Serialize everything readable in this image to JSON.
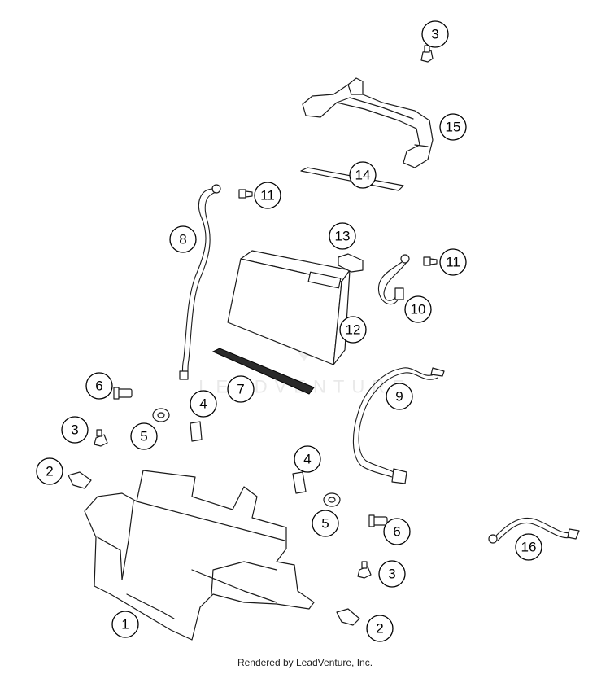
{
  "footer_text": "Rendered by LeadVenture, Inc.",
  "watermark_text": "LEADVENTURE",
  "callouts": [
    "1",
    "2",
    "2",
    "3",
    "3",
    "3",
    "4",
    "4",
    "5",
    "5",
    "6",
    "6",
    "7",
    "8",
    "9",
    "10",
    "11",
    "11",
    "12",
    "13",
    "14",
    "15",
    "16"
  ],
  "colors": {
    "line": "#1a1a1a",
    "background": "#ffffff",
    "watermark": "#e9e9e9"
  }
}
